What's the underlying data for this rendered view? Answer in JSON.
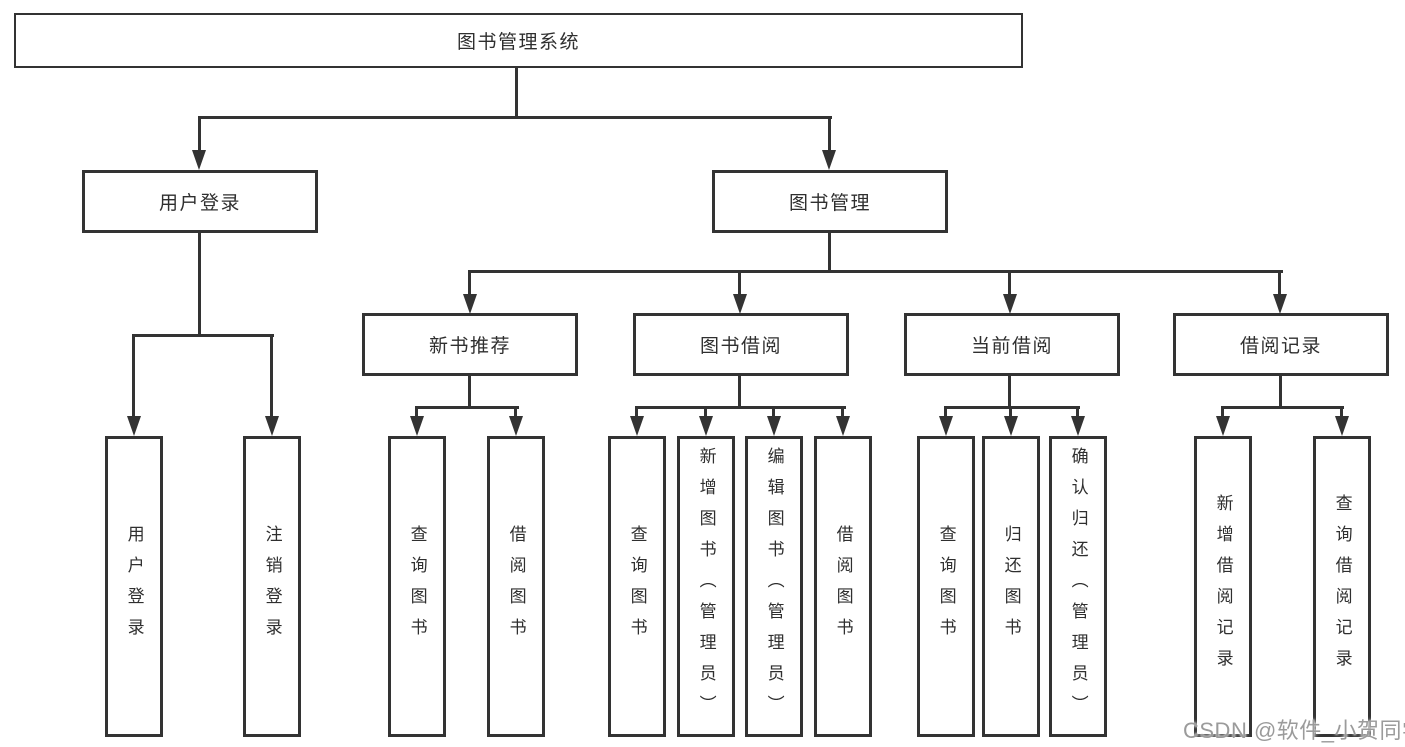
{
  "diagram": {
    "root": "图书管理系统",
    "level2": [
      "用户登录",
      "图书管理"
    ],
    "level3": [
      "新书推荐",
      "图书借阅",
      "当前借阅",
      "借阅记录"
    ],
    "leaves_user_login": [
      "用户登录",
      "注销登录"
    ],
    "leaves_new_books": [
      "查询图书",
      "借阅图书"
    ],
    "leaves_book_borrow": [
      "查询图书",
      "新增图书（管理员）",
      "编辑图书（管理员）",
      "借阅图书"
    ],
    "leaves_current_borrow": [
      "查询图书",
      "归还图书",
      "确认归还（管理员）"
    ],
    "leaves_borrow_records": [
      "新增借阅记录",
      "查询借阅记录"
    ]
  },
  "watermark": "CSDN @软件_小贺同学",
  "colors": {
    "line": "#333333",
    "text": "#2f2f2f",
    "watermark": "#9b9b9b",
    "background": "#ffffff"
  }
}
